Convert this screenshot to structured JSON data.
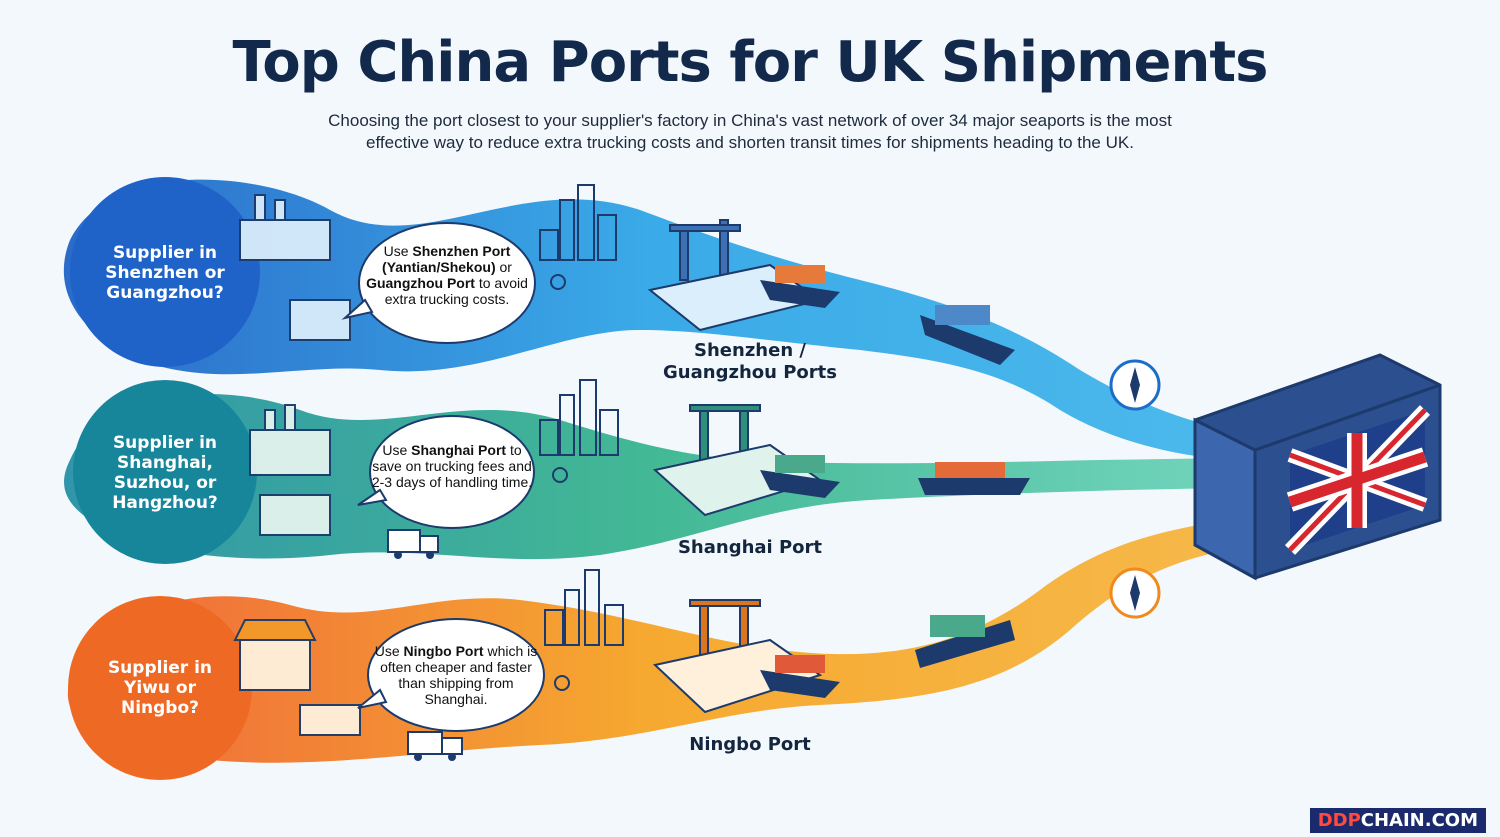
{
  "title": "Top China Ports for UK Shipments",
  "subtitle": "Choosing the port closest to your supplier's factory in China's vast network of over 34 major seaports is the most effective way to reduce extra trucking costs and shorten transit times for shipments heading to the UK.",
  "routes": [
    {
      "question": "Supplier in Shenzhen or Guangzhou?",
      "advice_pre": "Use ",
      "advice_bold": "Shenzhen Port (Yantian/Shekou)",
      "advice_mid": " or ",
      "advice_bold2": "Guangzhou Port",
      "advice_post": " to avoid extra trucking costs.",
      "port": "Shenzhen / Guangzhou Ports",
      "color": "#1f7fd6"
    },
    {
      "question": "Supplier in Shanghai, Suzhou, or Hangzhou?",
      "advice_pre": "Use ",
      "advice_bold": "Shanghai Port",
      "advice_post": " to save on trucking fees and 2-3 days of handling time.",
      "port": "Shanghai Port",
      "color": "#25a37a"
    },
    {
      "question": "Supplier in Yiwu or Ningbo?",
      "advice_pre": "Use ",
      "advice_bold": "Ningbo Port",
      "advice_post": " which is often cheaper and faster than shipping from Shanghai.",
      "port": "Ningbo Port",
      "color": "#f28a1c"
    }
  ],
  "brand": {
    "part1": "DDP",
    "part2": "CHAIN.COM"
  },
  "icons": [
    "factory-icon",
    "city-skyline-icon",
    "crane-icon",
    "cargo-ship-icon",
    "truck-icon",
    "compass-icon",
    "map-pin-icon",
    "uk-container-icon"
  ]
}
